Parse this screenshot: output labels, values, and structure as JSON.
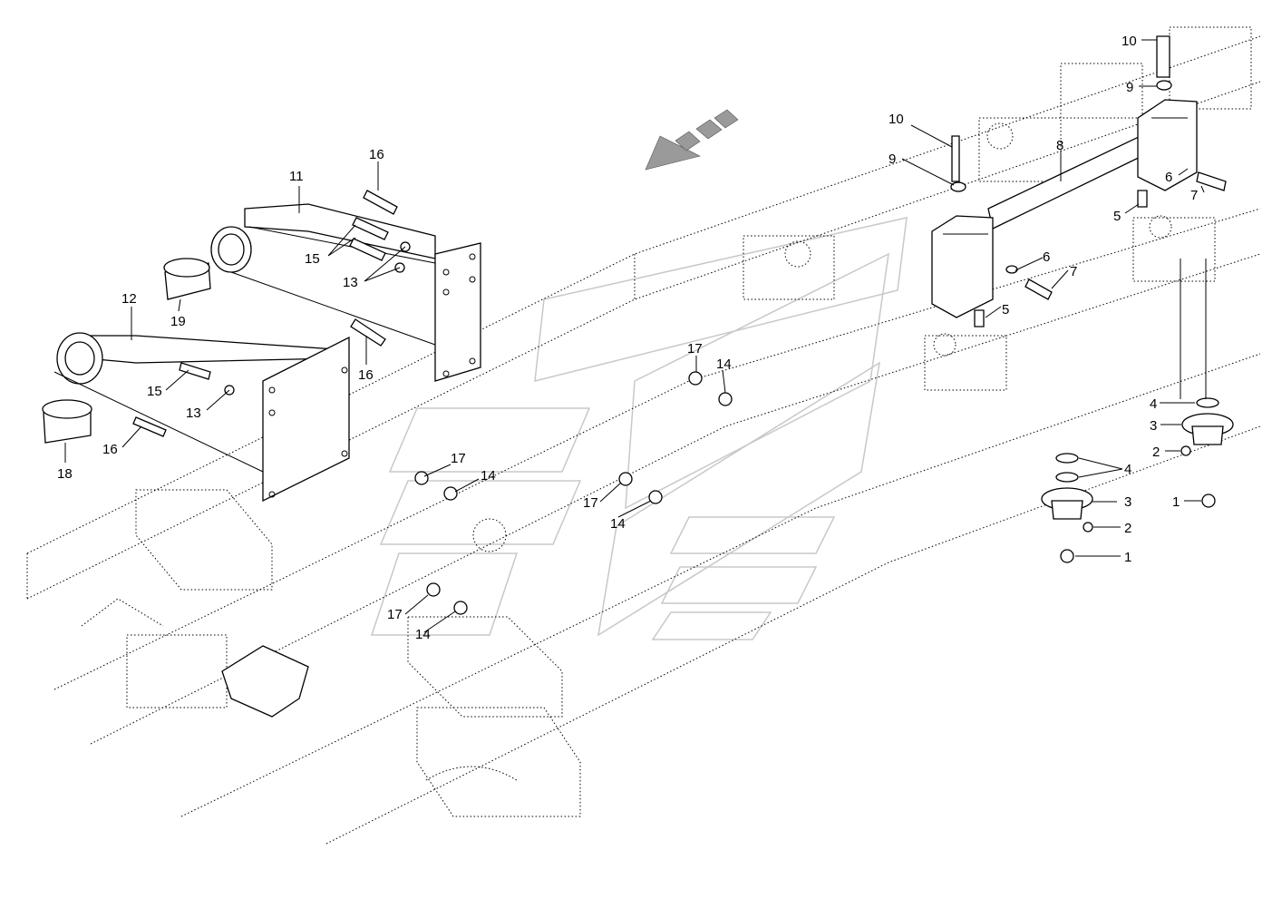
{
  "diagram": {
    "callouts": [
      "1",
      "2",
      "3",
      "4",
      "5",
      "6",
      "7",
      "8",
      "9",
      "10",
      "11",
      "12",
      "13",
      "14",
      "15",
      "16",
      "17",
      "18",
      "19"
    ],
    "direction_arrow_icon": "forward-direction-arrow-icon",
    "watermark": "brand-watermark"
  }
}
